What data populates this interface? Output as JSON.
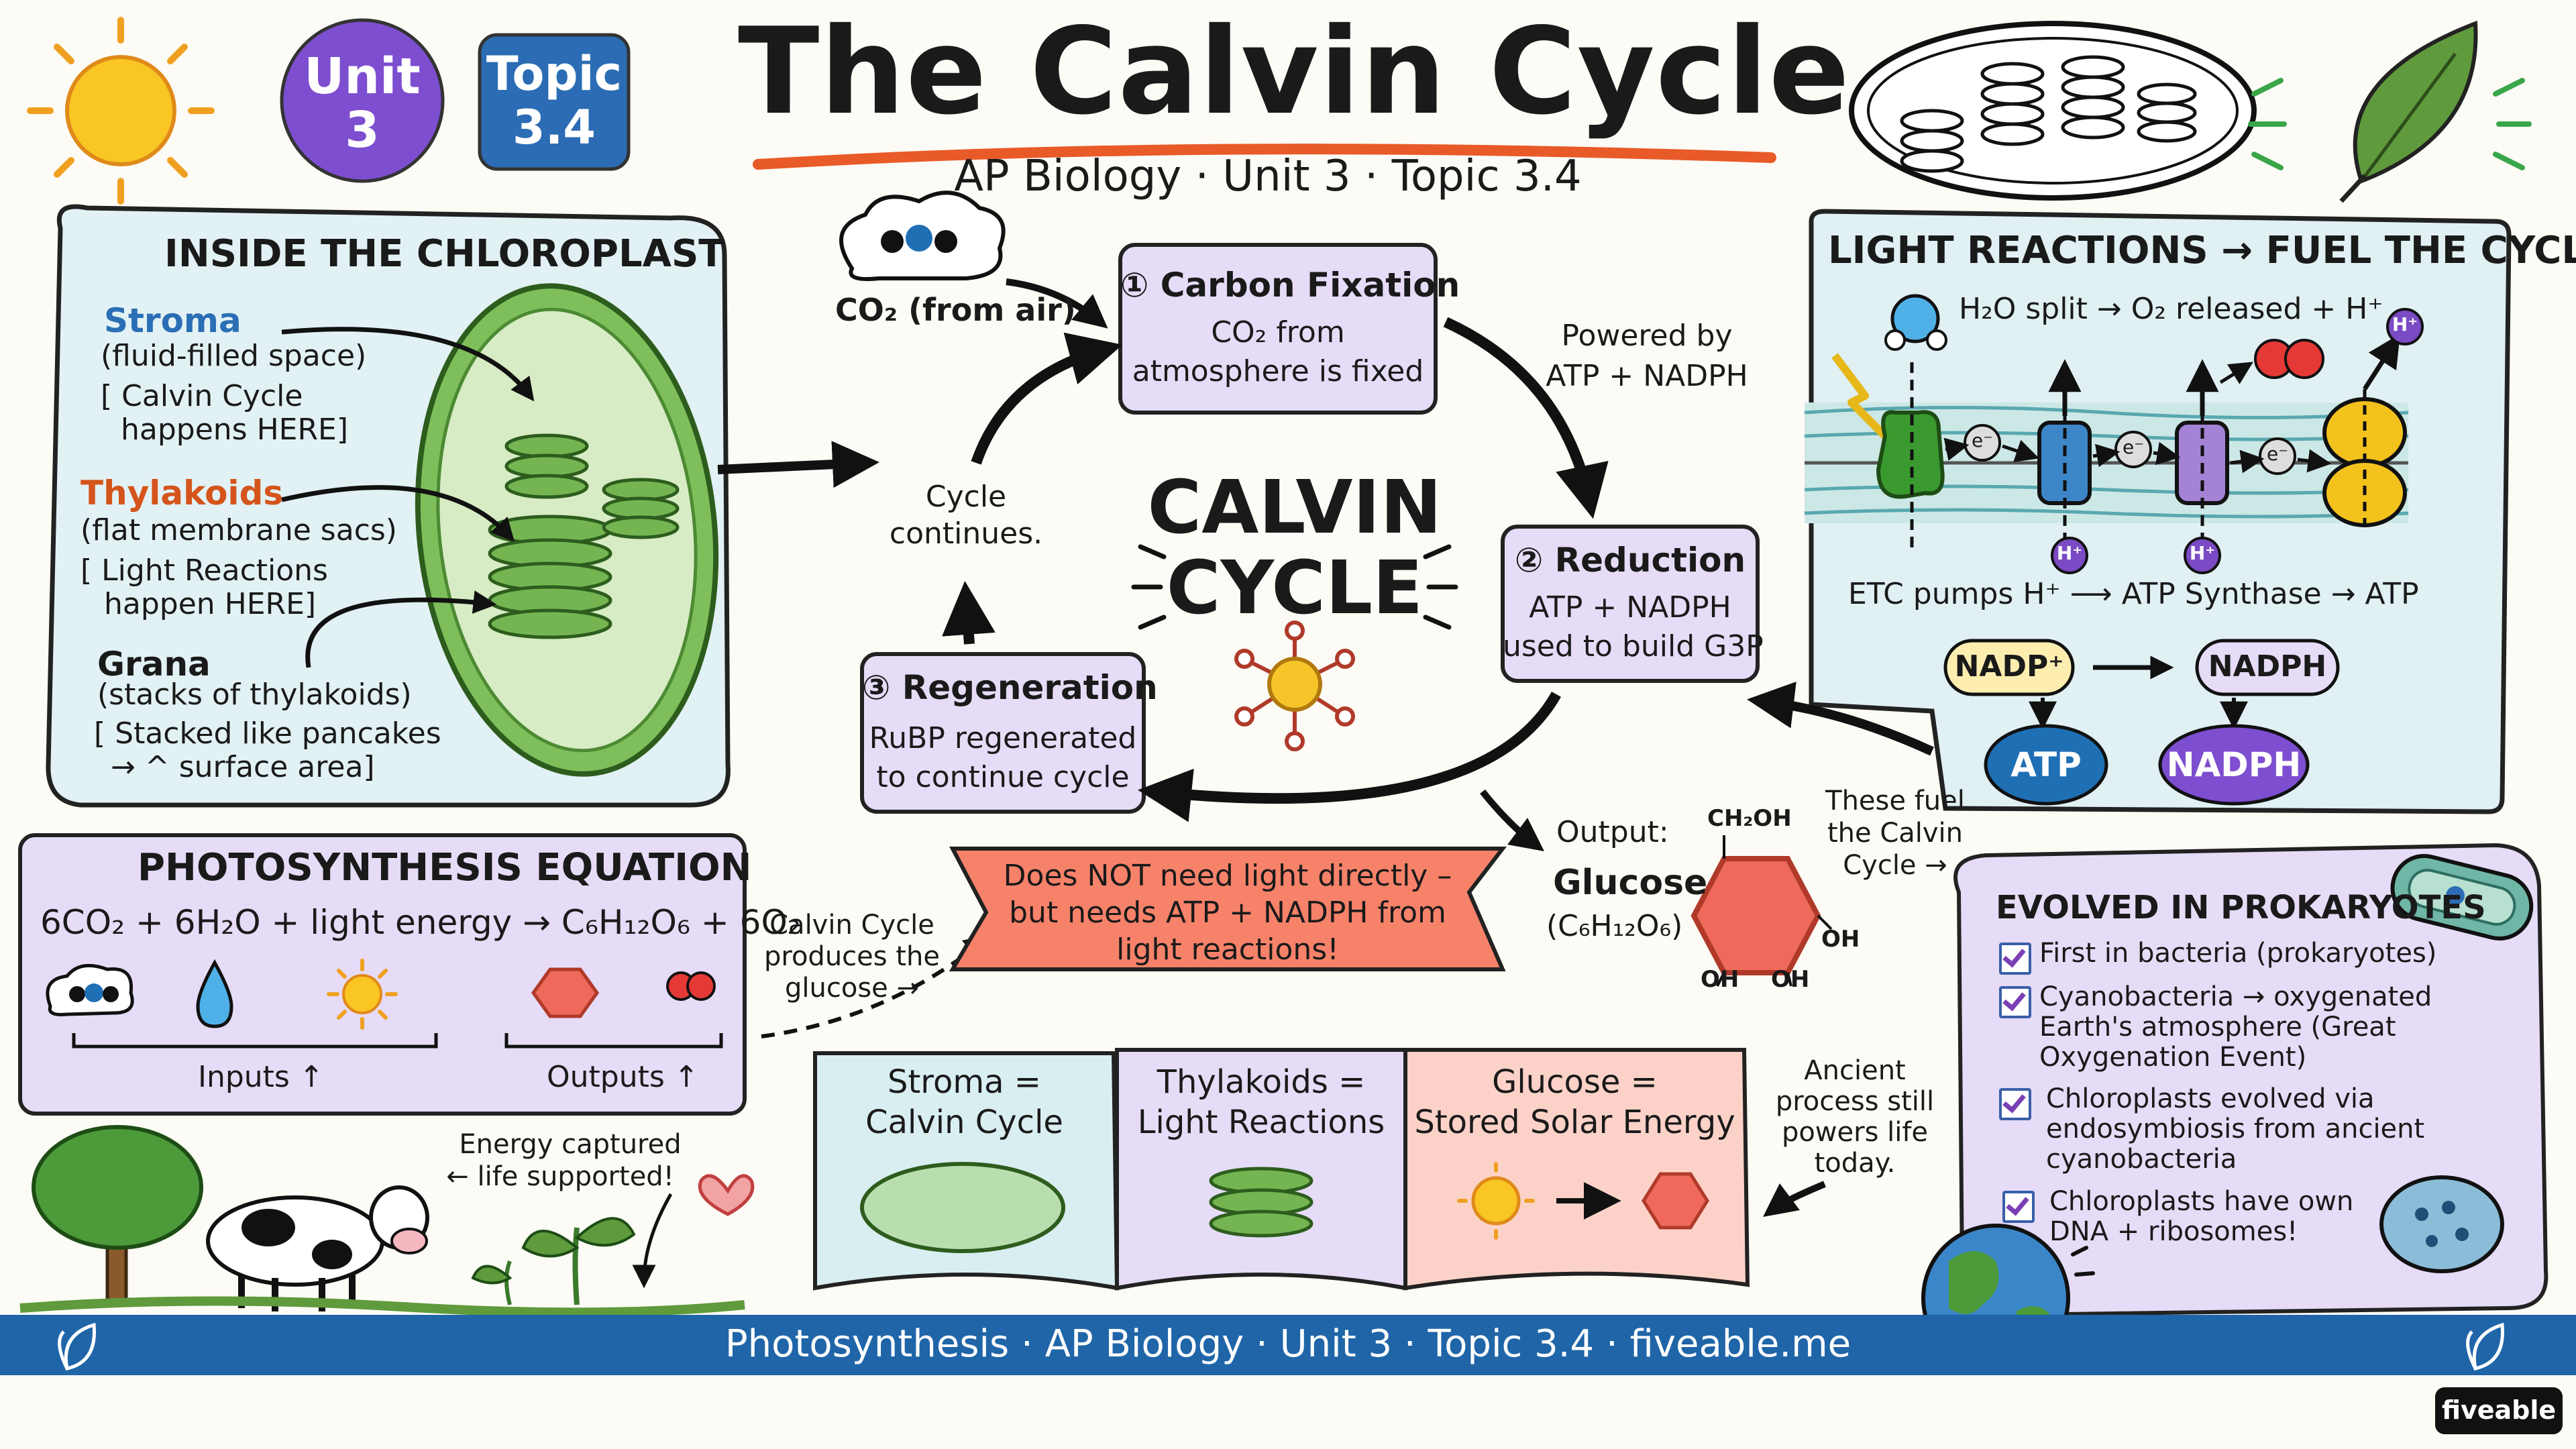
{
  "header": {
    "title": "The Calvin Cycle",
    "subtitle": "AP Biology · Unit 3 · Topic 3.4",
    "unit_badge": [
      "Unit",
      "3"
    ],
    "topic_badge": [
      "Topic",
      "3.4"
    ]
  },
  "chloroplast": {
    "heading": "INSIDE THE CHLOROPLAST",
    "stroma": {
      "name": "Stroma",
      "desc": "(fluid-filled space)",
      "note": [
        "[ Calvin Cycle",
        "happens HERE]"
      ]
    },
    "thylakoids": {
      "name": "Thylakoids",
      "desc": "(flat membrane sacs)",
      "note": [
        "[ Light Reactions",
        "happen HERE]"
      ]
    },
    "grana": {
      "name": "Grana",
      "desc": "(stacks of thylakoids)",
      "note": [
        "[ Stacked like pancakes",
        "→ ^ surface area]"
      ]
    }
  },
  "cycle": {
    "center": [
      "CALVIN",
      "CYCLE"
    ],
    "co2_label": "CO₂ (from air)",
    "step1": {
      "title": "① Carbon Fixation",
      "body": [
        "CO₂ from",
        "atmosphere is fixed"
      ]
    },
    "powered": [
      "Powered by",
      "ATP + NADPH"
    ],
    "step2": {
      "title": "② Reduction",
      "body": [
        "ATP + NADPH",
        "used to build G3P"
      ]
    },
    "step3": {
      "title": "③ Regeneration",
      "body": [
        "RuBP regenerated",
        "to continue cycle"
      ]
    },
    "continues": [
      "Cycle",
      "continues."
    ],
    "output": [
      "Output:",
      "Glucose",
      "(C₆H₁₂O₆)"
    ],
    "glucose_labels": {
      "ch2oh": "CH₂OH",
      "oh": "OH"
    },
    "banner": [
      "Does NOT need light directly –",
      "but needs ATP + NADPH from",
      "light reactions!"
    ],
    "produces": [
      "Calvin Cycle",
      "produces the",
      "glucose →"
    ],
    "fuel": [
      "These fuel",
      "the Calvin",
      "Cycle →"
    ],
    "ancient": [
      "Ancient",
      "process still",
      "powers life",
      "today."
    ]
  },
  "light": {
    "heading": "LIGHT REACTIONS → FUEL THE CYCLE",
    "water": "H₂O split → O₂ released + H⁺",
    "etc": "ETC pumps H⁺ ⟶ ATP Synthase → ATP",
    "h_plus": "H⁺",
    "electron": "e⁻",
    "nadp": "NADP⁺",
    "nadph_box": "NADPH",
    "atp": "ATP",
    "nadph": "NADPH"
  },
  "equation": {
    "heading": "PHOTOSYNTHESIS EQUATION",
    "text": "6CO₂ + 6H₂O + light energy → C₆H₁₂O₆ + 6O₂",
    "inputs": "Inputs ↑",
    "outputs": "Outputs ↑"
  },
  "summary": [
    {
      "line1": "Stroma =",
      "line2": "Calvin Cycle"
    },
    {
      "line1": "Thylakoids =",
      "line2": "Light Reactions"
    },
    {
      "line1": "Glucose =",
      "line2": "Stored Solar Energy"
    }
  ],
  "prokaryotes": {
    "heading": "EVOLVED IN PROKARYOTES",
    "items": [
      [
        "First in bacteria (prokaryotes)"
      ],
      [
        "Cyanobacteria → oxygenated",
        "Earth's atmosphere (Great",
        "Oxygenation Event)"
      ],
      [
        "Chloroplasts evolved via",
        "endosymbiosis from ancient",
        "cyanobacteria"
      ],
      [
        "Chloroplasts have own",
        "DNA + ribosomes!"
      ]
    ]
  },
  "energy_note": [
    "Energy captured",
    "← life supported!"
  ],
  "footer": {
    "text": "Photosynthesis · AP Biology · Unit 3 · Topic 3.4 · fiveable.me",
    "logo": "fiveable"
  },
  "colors": {
    "footer": "#1f65a8",
    "purple": "#7d4ed0",
    "topic": "#2b6cb4",
    "stroma": "#dfeedd",
    "green": "#4c9a3a"
  }
}
